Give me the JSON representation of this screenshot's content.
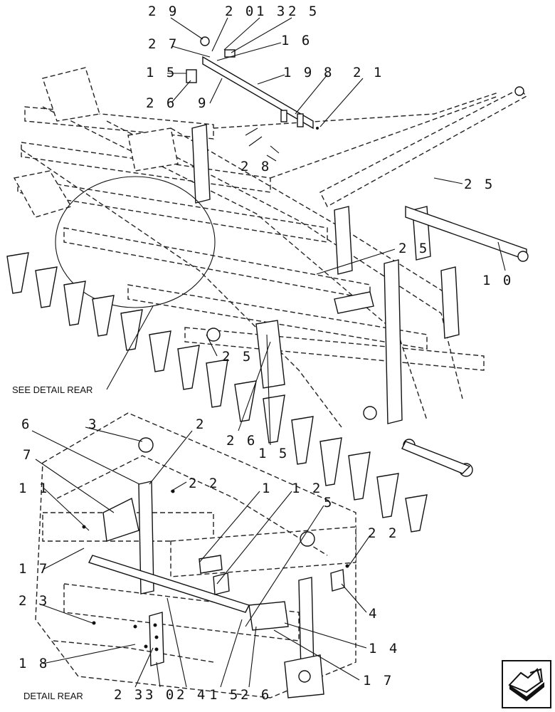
{
  "diagram": {
    "callouts_main": [
      {
        "id": "c29",
        "text": "2 9"
      },
      {
        "id": "c20",
        "text": "2 0"
      },
      {
        "id": "c13",
        "text": "1 3"
      },
      {
        "id": "c25a",
        "text": "2 5"
      },
      {
        "id": "c27",
        "text": "2 7"
      },
      {
        "id": "c16",
        "text": "1 6"
      },
      {
        "id": "c15a",
        "text": "1 5"
      },
      {
        "id": "c19",
        "text": "1 9"
      },
      {
        "id": "c8",
        "text": "8"
      },
      {
        "id": "c21",
        "text": "2 1"
      },
      {
        "id": "c26a",
        "text": "2 6"
      },
      {
        "id": "c9",
        "text": "9"
      },
      {
        "id": "c28",
        "text": "2 8"
      },
      {
        "id": "c25b",
        "text": "2 5"
      },
      {
        "id": "c25c",
        "text": "2 5"
      },
      {
        "id": "c10",
        "text": "1 0"
      },
      {
        "id": "c25d",
        "text": "2 5"
      },
      {
        "id": "c26b",
        "text": "2 6"
      },
      {
        "id": "c15b",
        "text": "1 5"
      }
    ],
    "callouts_detail": [
      {
        "id": "d6",
        "text": "6"
      },
      {
        "id": "d3",
        "text": "3"
      },
      {
        "id": "d2",
        "text": "2"
      },
      {
        "id": "d7",
        "text": "7"
      },
      {
        "id": "d22a",
        "text": "2 2"
      },
      {
        "id": "d11",
        "text": "1 1"
      },
      {
        "id": "d1",
        "text": "1"
      },
      {
        "id": "d12",
        "text": "1 2"
      },
      {
        "id": "d5",
        "text": "5"
      },
      {
        "id": "d22b",
        "text": "2 2"
      },
      {
        "id": "d17a",
        "text": "1 7"
      },
      {
        "id": "d23a",
        "text": "2 3"
      },
      {
        "id": "d4",
        "text": "4"
      },
      {
        "id": "d14",
        "text": "1 4"
      },
      {
        "id": "d18",
        "text": "1 8"
      },
      {
        "id": "d17b",
        "text": "1 7"
      },
      {
        "id": "d23b",
        "text": "2 3"
      },
      {
        "id": "d30",
        "text": "3 0"
      },
      {
        "id": "d24",
        "text": "2 4"
      },
      {
        "id": "d15",
        "text": "1 5"
      },
      {
        "id": "d26",
        "text": "2 6"
      }
    ],
    "see_detail_label": "SEE DETAIL REAR",
    "detail_label": "DETAIL REAR",
    "nav_icon": "page-forward-arrow-icon"
  }
}
